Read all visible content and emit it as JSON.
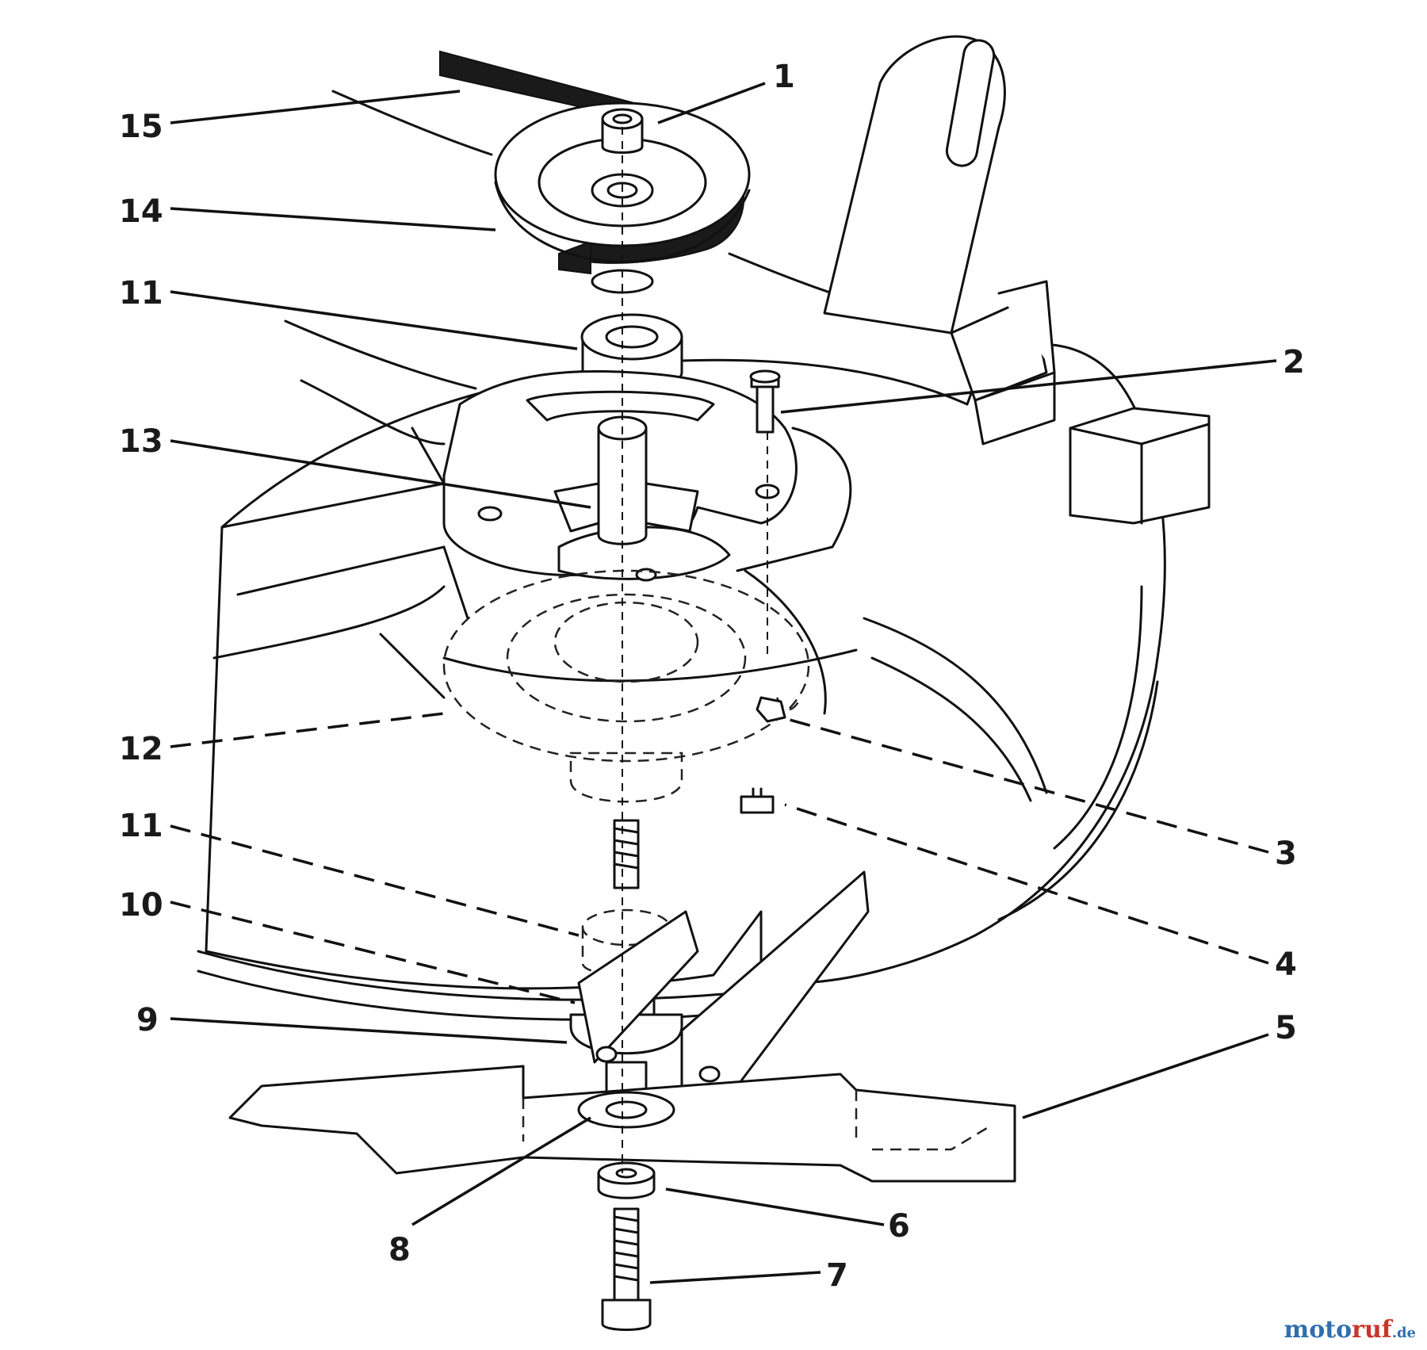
{
  "callouts": {
    "c1": "1",
    "c2": "2",
    "c3": "3",
    "c4": "4",
    "c5": "5",
    "c6": "6",
    "c7": "7",
    "c8": "8",
    "c9": "9",
    "c10": "10",
    "c11a": "11",
    "c11b": "11",
    "c12": "12",
    "c13": "13",
    "c14": "14",
    "c15": "15"
  },
  "watermark": {
    "part1": "moto",
    "part2": "ruf",
    "part3": ".de"
  },
  "colors": {
    "ink": "#111111",
    "paper": "#ffffff",
    "watermark_blue": "#2f6fb0",
    "watermark_red": "#c8352b"
  }
}
